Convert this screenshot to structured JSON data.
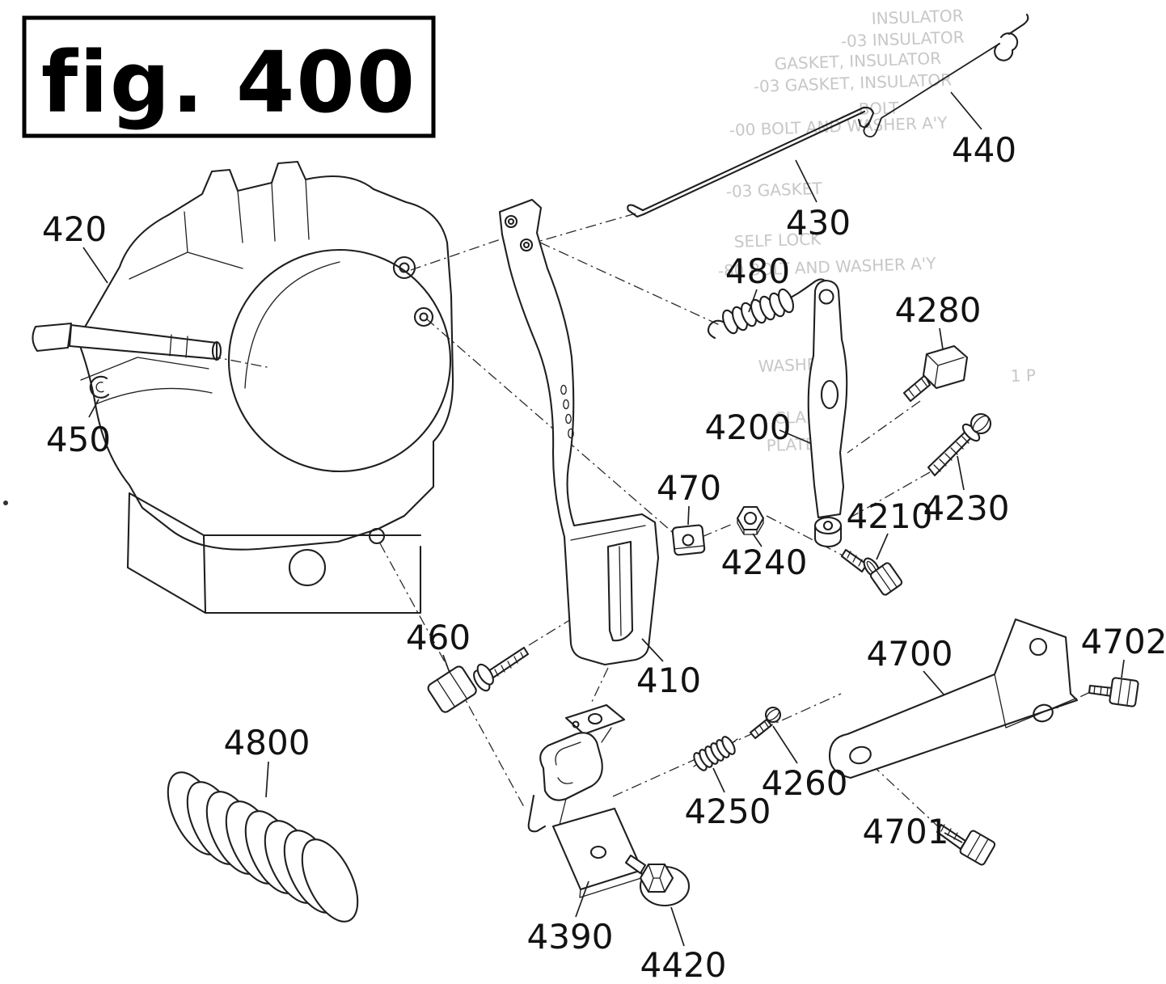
{
  "figure": {
    "title": "fig. 400"
  },
  "colors": {
    "paper": "#ffffff",
    "ink": "#1f1f1f",
    "ghost_text": "#c7c7c7"
  },
  "diagram": {
    "labels": [
      {
        "text": "420"
      },
      {
        "text": "450"
      },
      {
        "text": "460"
      },
      {
        "text": "410"
      },
      {
        "text": "470"
      },
      {
        "text": "480"
      },
      {
        "text": "430"
      },
      {
        "text": "440"
      },
      {
        "text": "4280"
      },
      {
        "text": "4200"
      },
      {
        "text": "4230"
      },
      {
        "text": "4210"
      },
      {
        "text": "4240"
      },
      {
        "text": "4250"
      },
      {
        "text": "4260"
      },
      {
        "text": "4700"
      },
      {
        "text": "4702"
      },
      {
        "text": "4701"
      },
      {
        "text": "4800"
      },
      {
        "text": "4390"
      },
      {
        "text": "4420"
      }
    ],
    "ghost_text": [
      {
        "text": "INSULATOR"
      },
      {
        "text": "-03 INSULATOR"
      },
      {
        "text": "GASKET, INSULATOR"
      },
      {
        "text": "-03 GASKET, INSULATOR"
      },
      {
        "text": "BOLT"
      },
      {
        "text": "-00 BOLT AND WASHER A'Y"
      },
      {
        "text": "-03 GASKET"
      },
      {
        "text": "SELF LOCK"
      },
      {
        "text": "-80 BOLT AND WASHER A'Y"
      },
      {
        "text": "WASHER"
      },
      {
        "text": "CLAMP"
      },
      {
        "text": "PLATE"
      },
      {
        "text": "1 P"
      }
    ]
  }
}
